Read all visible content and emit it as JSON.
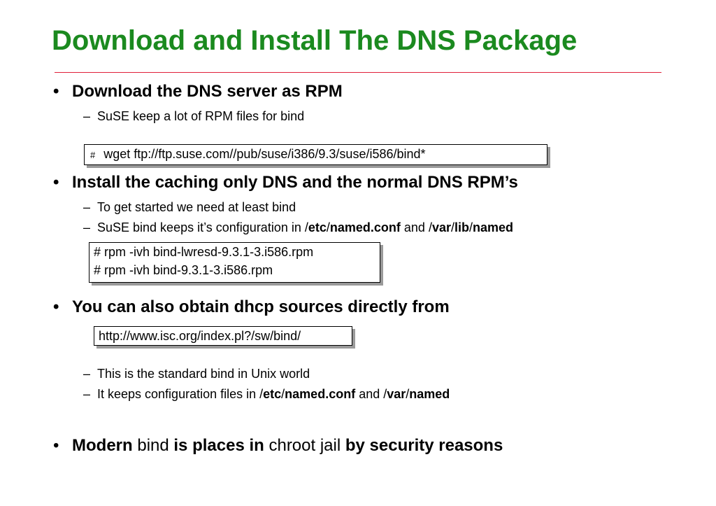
{
  "title": "Download and Install The DNS Package",
  "colors": {
    "title": "#1b8a1f",
    "rule": "#e0203a"
  },
  "bullet_symbol": "•",
  "dash_symbol": "–",
  "sections": {
    "download": {
      "heading": "Download the DNS server as RPM",
      "sub1": "SuSE keep a lot of RPM files for bind",
      "cmd_prompt": "#",
      "cmd": "wget ftp://ftp.suse.com//pub/suse/i386/9.3/suse/i586/bind*"
    },
    "install": {
      "heading": "Install the  caching only DNS and the normal DNS RPM’s",
      "sub1": "To get started we need at least bind",
      "sub2": {
        "t1": "SuSE bind keeps it’s configuration in /",
        "b1": "etc",
        "t2": "/",
        "b2": "named.conf",
        "t3": " and /",
        "b3": "var",
        "t4": "/",
        "b4": "lib",
        "t5": "/",
        "b5": "named"
      },
      "cmd1": "# rpm -ivh bind-lwresd-9.3.1-3.i586.rpm",
      "cmd2": "# rpm -ivh bind-9.3.1-3.i586.rpm"
    },
    "obtain": {
      "heading": "You can also obtain dhcp sources directly from",
      "url": "http://www.isc.org/index.pl?/sw/bind/",
      "sub1": "This is the standard bind in Unix world",
      "sub2": {
        "t1": "It keeps configuration files in /",
        "b1": "etc",
        "t2": "/",
        "b2": "named.conf",
        "t3": " and /",
        "b3": "var",
        "t4": "/",
        "b4": "named"
      }
    },
    "modern": {
      "b1": "Modern",
      "t1": " bind ",
      "b2": "is places in",
      "t2": " chroot jail ",
      "b3": "by security reasons"
    }
  }
}
